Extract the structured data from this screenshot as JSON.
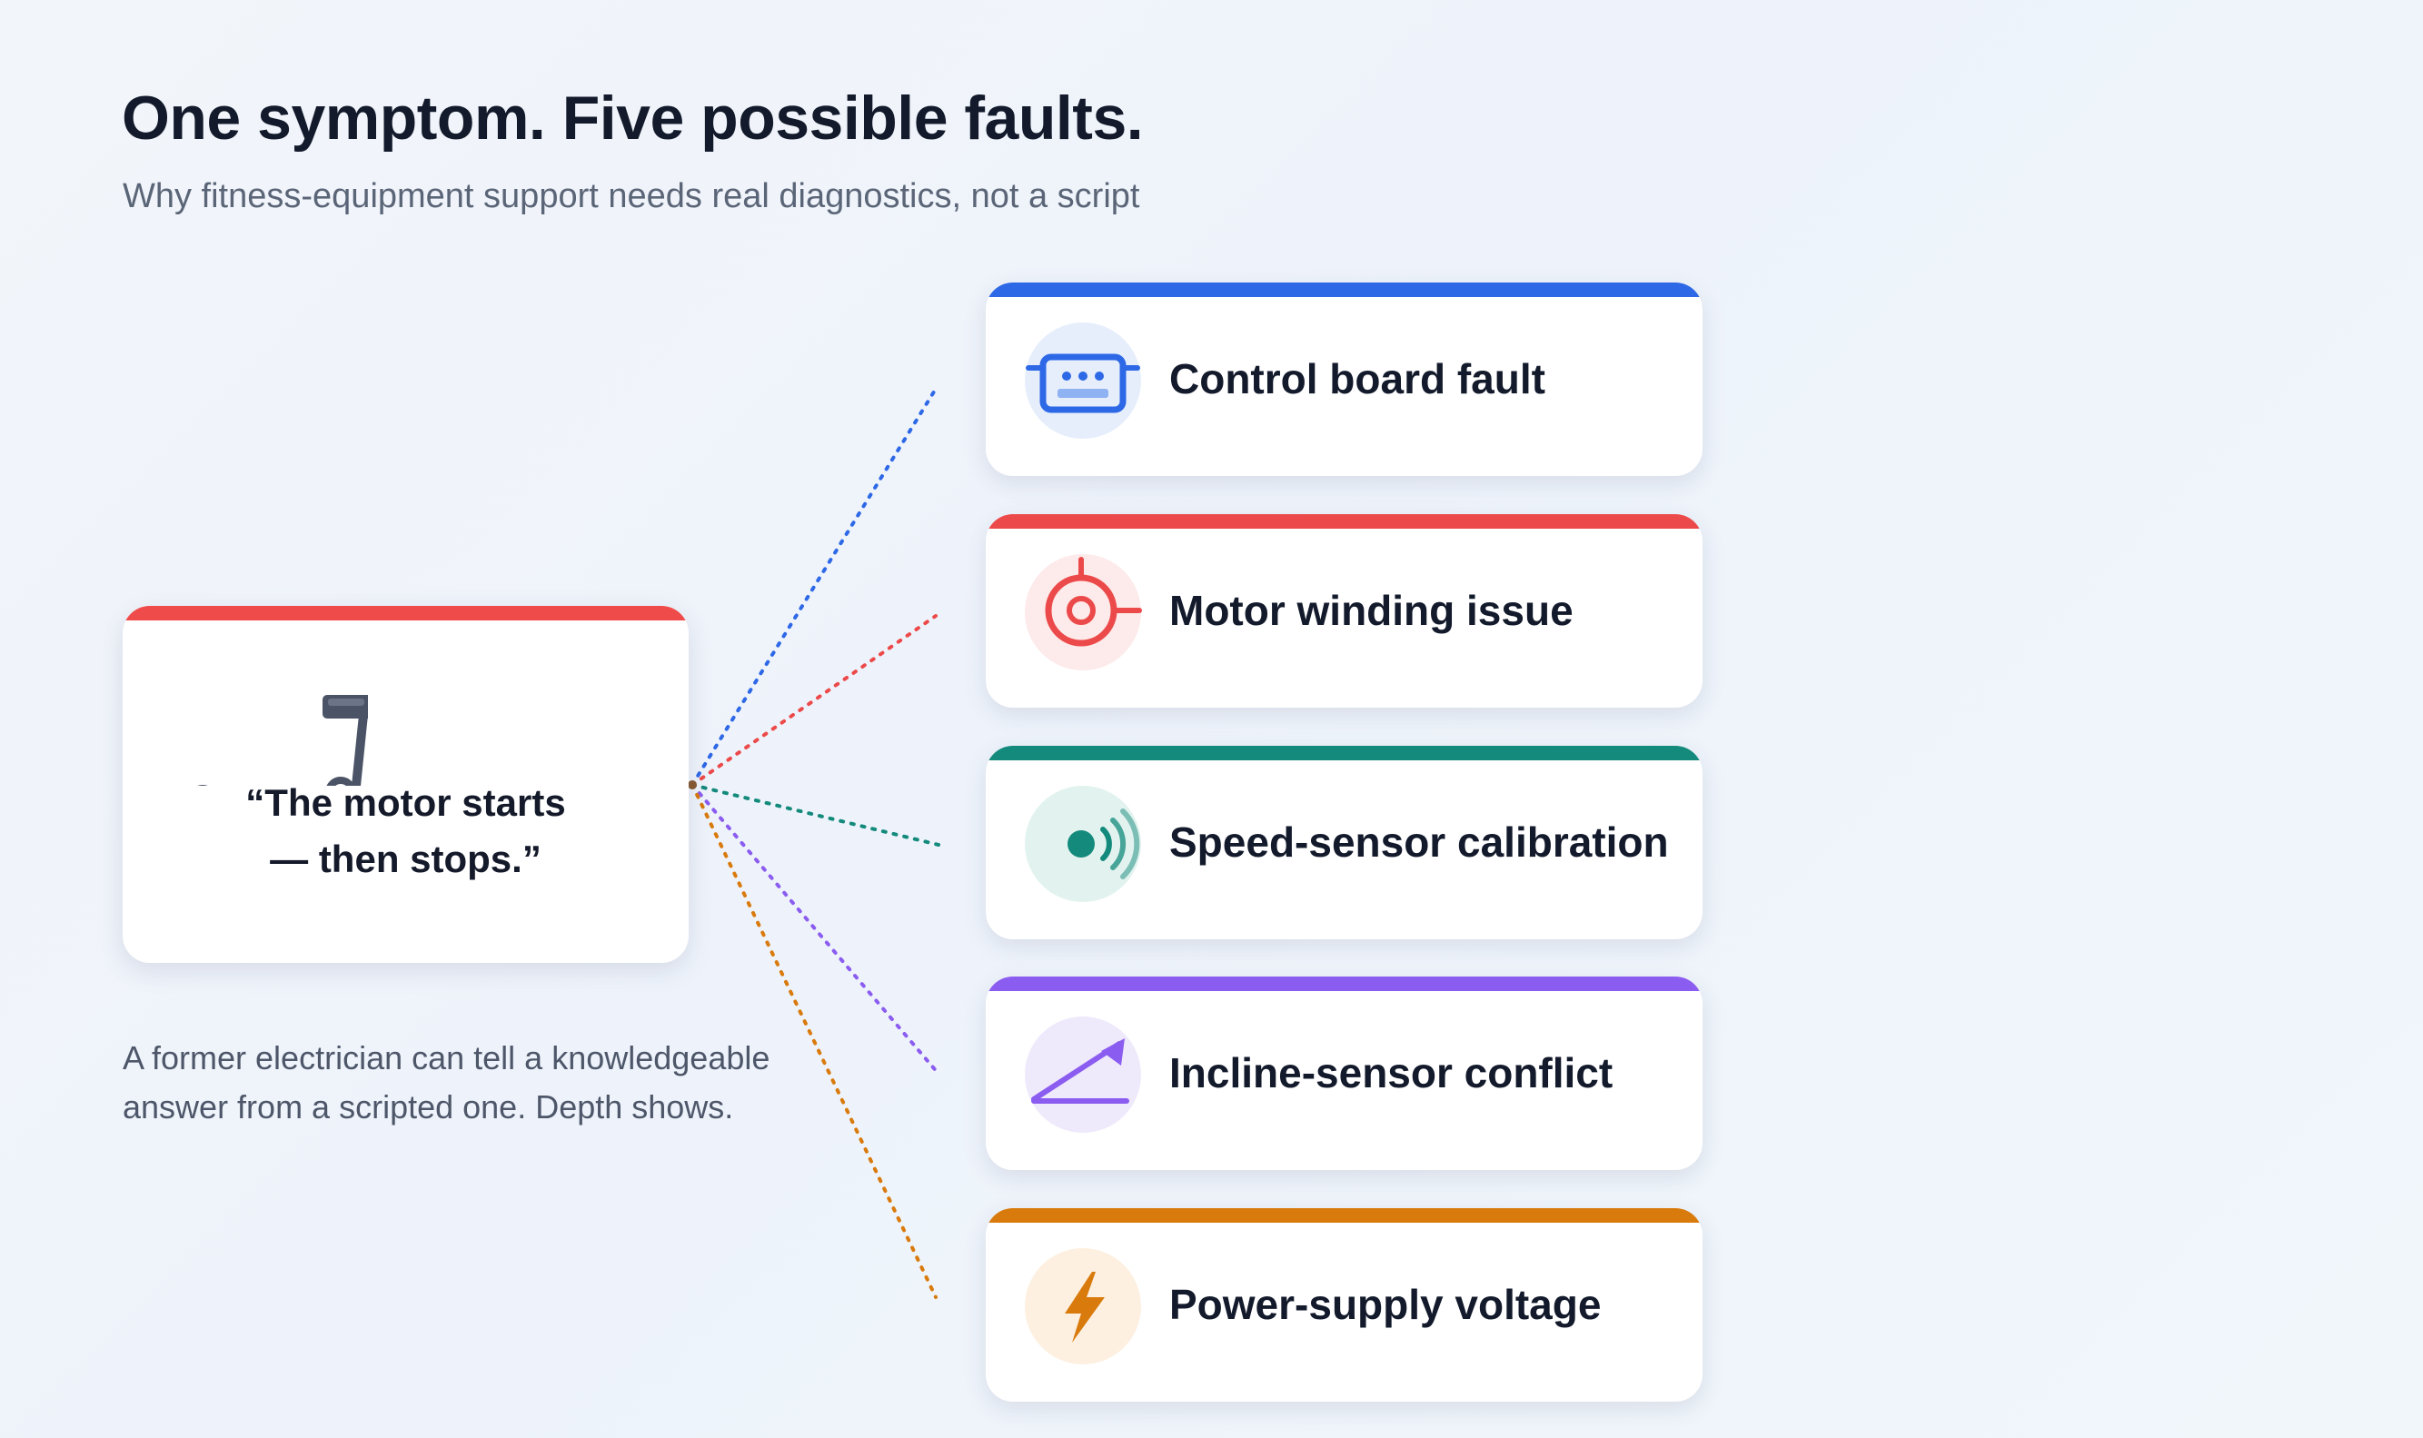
{
  "header": {
    "title": "One symptom. Five possible faults.",
    "subtitle": "Why fitness-equipment support needs real diagnostics, not a script"
  },
  "symptom": {
    "quote_line1": "“The motor starts",
    "quote_line2": "— then stops.”",
    "icon": "treadmill-icon",
    "accent_color": "#ef4b4b"
  },
  "caption": {
    "line1": "A former electrician can tell a knowledgeable",
    "line2": "answer from a scripted one. Depth shows."
  },
  "faults": [
    {
      "label": "Control board fault",
      "icon": "circuit-board-icon",
      "color": "#2d68e6",
      "tint": "#e6eefc"
    },
    {
      "label": "Motor winding issue",
      "icon": "motor-coil-icon",
      "color": "#ec4a4a",
      "tint": "#fdeaea"
    },
    {
      "label": "Speed-sensor calibration",
      "icon": "speed-sensor-icon",
      "color": "#138a7c",
      "tint": "#e2f3ef"
    },
    {
      "label": "Incline-sensor conflict",
      "icon": "incline-icon",
      "color": "#8b5cf0",
      "tint": "#efe9fc"
    },
    {
      "label": "Power-supply voltage",
      "icon": "lightning-bolt-icon",
      "color": "#d97a0c",
      "tint": "#fdf0e1"
    }
  ]
}
